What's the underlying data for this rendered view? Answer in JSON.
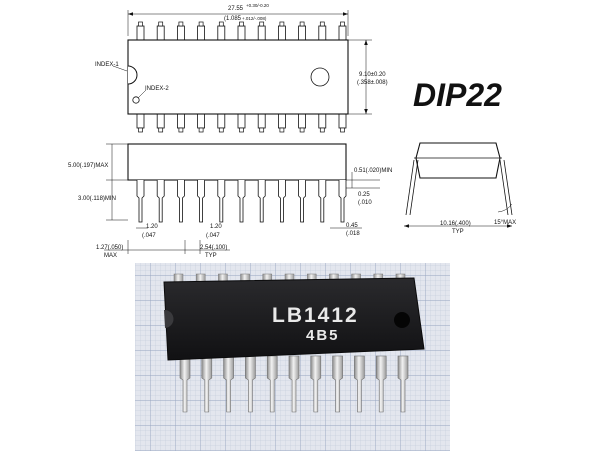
{
  "package_name": "DIP22",
  "top_view": {
    "length_main": "27.55",
    "length_tol": "+0.30/-0.20",
    "length_inch": "(1.085",
    "length_inch_tol": "+.012/-.008)",
    "width_main": "9.10±0.20",
    "width_inch": "(.358±.008)",
    "index1": "INDEX-1",
    "index2": "INDEX-2"
  },
  "side_view": {
    "height_max": "5.00(.197)MAX",
    "seat_min": "3.00(.118)MIN",
    "standoff": "0.51(.020)MIN",
    "pitch_a": "1.20",
    "pitch_a_inch": "(.047",
    "pitch_b": "1.20",
    "pitch_b_inch": "(.047",
    "end_lead": "1.27(.050)",
    "end_lead_note": "MAX",
    "pitch": "2.54(.100)",
    "pitch_note": "TYP",
    "lead_thick": "0.45",
    "lead_thick_inch": "(.018",
    "lead_w": "0.25",
    "lead_w_inch": "(.010"
  },
  "end_view": {
    "row_spacing": "10.16(.400)",
    "row_note": "TYP",
    "angle": "15°MAX"
  },
  "photo": {
    "marking_line1": "LB1412",
    "marking_line2": "4B5",
    "body_color": "#1b1b1d",
    "grid_color": "#9fb0c8",
    "paper_color": "#e4e7ee"
  }
}
